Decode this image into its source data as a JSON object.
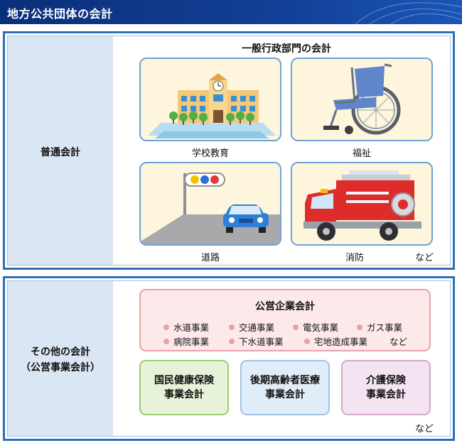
{
  "header": {
    "title": "地方公共団体の会計"
  },
  "general": {
    "side_label": "普通会計",
    "section_title": "一般行政部門の会計",
    "cards": [
      {
        "label": "学校教育",
        "icon": "school-icon"
      },
      {
        "label": "福祉",
        "icon": "wheelchair-icon"
      },
      {
        "label": "道路",
        "icon": "road-car-icon"
      },
      {
        "label": "消防",
        "icon": "fire-engine-icon"
      }
    ],
    "etc": "など"
  },
  "other": {
    "side_label_line1": "その他の会計",
    "side_label_line2": "（公営事業会計）",
    "public_enterprise": {
      "title": "公営企業会計",
      "items": [
        "水道事業",
        "交通事業",
        "電気事業",
        "ガス事業",
        "病院事業",
        "下水道事業",
        "宅地造成事業"
      ],
      "etc": "など"
    },
    "boxes": [
      {
        "line1": "国民健康保険",
        "line2": "事業会計"
      },
      {
        "line1": "後期高齢者医療",
        "line2": "事業会計"
      },
      {
        "line1": "介護保険",
        "line2": "事業会計"
      }
    ],
    "etc": "など"
  },
  "colors": {
    "header": "#123f95",
    "panel_border": "#2f6fb5",
    "side_bg": "#dbe6f4",
    "pink": "#fde9ea",
    "green": "#e6f3d8",
    "blue": "#e1eef9",
    "purple": "#f4e4f1"
  }
}
